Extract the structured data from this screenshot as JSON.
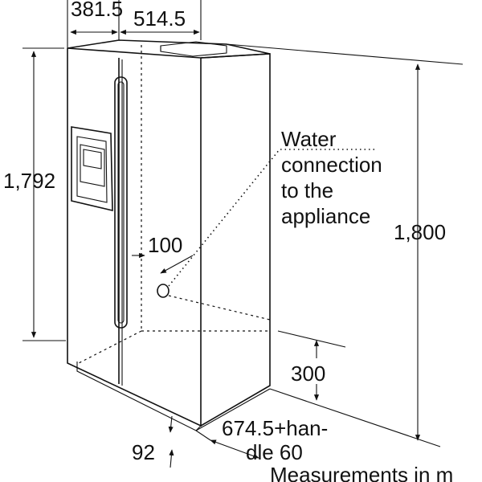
{
  "labels": {
    "top_left_width": "381.5",
    "top_right_width": "514.5",
    "left_height": "1,792",
    "right_height": "1,800",
    "water_line1": "Water",
    "water_line2": "connection",
    "water_line3": "to the",
    "water_line4": "appliance",
    "offset_100": "100",
    "height_300": "300",
    "depth_line1": "674.5+han-",
    "depth_line2": "dle 60",
    "bottom_92": "92",
    "footer": "Measurements in m"
  },
  "colors": {
    "line": "#111111",
    "background": "#ffffff"
  }
}
